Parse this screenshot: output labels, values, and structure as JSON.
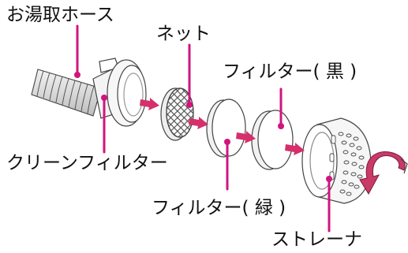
{
  "labels": {
    "hose": "お湯取ホース",
    "net": "ネット",
    "filter_black": "フィルター( 黒 )",
    "clean_filter": "クリーンフィルター",
    "filter_green": "フィルター( 緑 )",
    "strainer": "ストレーナ"
  },
  "colors": {
    "leader_line": "#d0157f",
    "arrow": "#d62f6b",
    "rotate_arrow_fill": "#c93a67",
    "part_stroke": "#444444",
    "part_fill": "#ffffff"
  },
  "icons": {
    "rotation": "curved-rotate-arrow-icon",
    "flow": "right-arrow-icon"
  }
}
